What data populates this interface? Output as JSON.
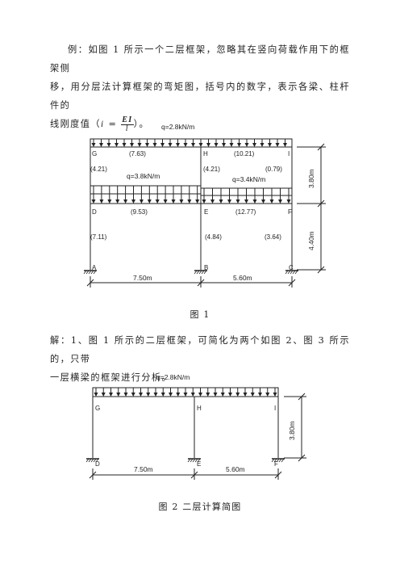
{
  "intro": {
    "line1": "例：如图 1 所示一个二层框架，忽略其在竖向荷载作用下的框架侧",
    "line2": "移，用分层法计算框架的弯矩图，括号内的数字，表示各梁、柱杆件的",
    "line3_prefix": "线刚度值（",
    "i_symbol": "i",
    "equals": "=",
    "frac_num": "EI",
    "frac_den": "l",
    "line3_suffix": "）。"
  },
  "figure1": {
    "load_top": "q=2.8kN/m",
    "load_mid_left": "q=3.8kN/m",
    "load_mid_right": "q=3.4kN/m",
    "node_G": "G",
    "node_H": "H",
    "node_I": "I",
    "node_D": "D",
    "node_E": "E",
    "node_F": "F",
    "node_A": "A",
    "node_B": "B",
    "node_C": "C",
    "beam_GH": "(7.63)",
    "beam_HI": "(10.21)",
    "col_GD": "(4.21)",
    "col_HE": "(4.21)",
    "col_IF": "(0.79)",
    "beam_DE": "(9.53)",
    "beam_EF": "(12.77)",
    "col_DA": "(7.11)",
    "col_EB": "(4.84)",
    "col_FC": "(3.64)",
    "dim_h1": "3.80m",
    "dim_h2": "4.40m",
    "dim_w1": "7.50m",
    "dim_w2": "5.60m",
    "caption": "图 1"
  },
  "solution": {
    "line1": "解：1、图 1 所示的二层框架，可简化为两个如图 2、图 3 所示的，只带",
    "line2": "一层横梁的框架进行分析。"
  },
  "figure2": {
    "load": "q=2.8kN/m",
    "node_G": "G",
    "node_H": "H",
    "node_I": "I",
    "node_D": "D",
    "node_E": "E",
    "node_F": "F",
    "dim_h": "3.80m",
    "dim_w1": "7.50m",
    "dim_w2": "5.60m",
    "caption": "图 2  二层计算简图"
  }
}
